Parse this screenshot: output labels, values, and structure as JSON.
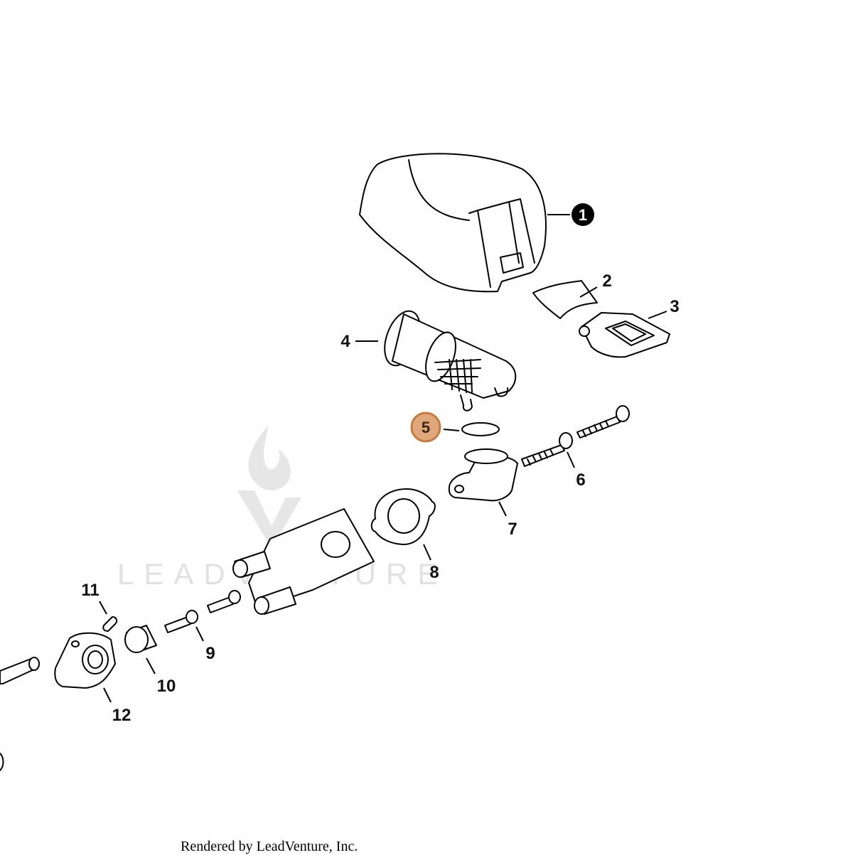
{
  "watermark": {
    "text": "LEADVENTURE"
  },
  "callouts": {
    "c1": "1",
    "c2": "2",
    "c3": "3",
    "c4": "4",
    "c5": "5",
    "c6": "6",
    "c7": "7",
    "c8": "8",
    "c9": "9",
    "c10": "10",
    "c11": "11",
    "c12": "12"
  },
  "highlighted_callout": "5",
  "colors": {
    "highlight_fill": "#e0a87a",
    "highlight_stroke": "#c87a3e",
    "ink": "#000000"
  },
  "footer": {
    "credit": "Rendered by LeadVenture, Inc."
  }
}
